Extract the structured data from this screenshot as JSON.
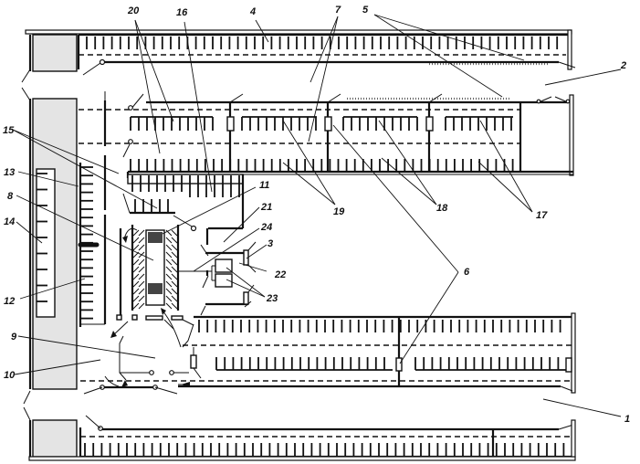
{
  "figure": {
    "type": "livestock-building-plan",
    "callouts": [
      {
        "id": "1",
        "text": "1"
      },
      {
        "id": "2",
        "text": "2"
      },
      {
        "id": "3",
        "text": "3"
      },
      {
        "id": "4",
        "text": "4"
      },
      {
        "id": "5",
        "text": "5"
      },
      {
        "id": "6",
        "text": "6"
      },
      {
        "id": "7",
        "text": "7"
      },
      {
        "id": "8",
        "text": "8"
      },
      {
        "id": "9",
        "text": "9"
      },
      {
        "id": "10",
        "text": "10"
      },
      {
        "id": "11",
        "text": "11"
      },
      {
        "id": "12",
        "text": "12"
      },
      {
        "id": "13",
        "text": "13"
      },
      {
        "id": "14",
        "text": "14"
      },
      {
        "id": "15",
        "text": "15"
      },
      {
        "id": "16",
        "text": "16"
      },
      {
        "id": "17",
        "text": "17"
      },
      {
        "id": "18",
        "text": "18"
      },
      {
        "id": "19",
        "text": "19"
      },
      {
        "id": "20",
        "text": "20"
      },
      {
        "id": "21",
        "text": "21"
      },
      {
        "id": "22",
        "text": "22"
      },
      {
        "id": "23",
        "text": "23"
      },
      {
        "id": "24",
        "text": "24"
      }
    ],
    "colors": {
      "ink": "#111111",
      "hatch": "#e4e4e4",
      "background": "#ffffff"
    }
  }
}
